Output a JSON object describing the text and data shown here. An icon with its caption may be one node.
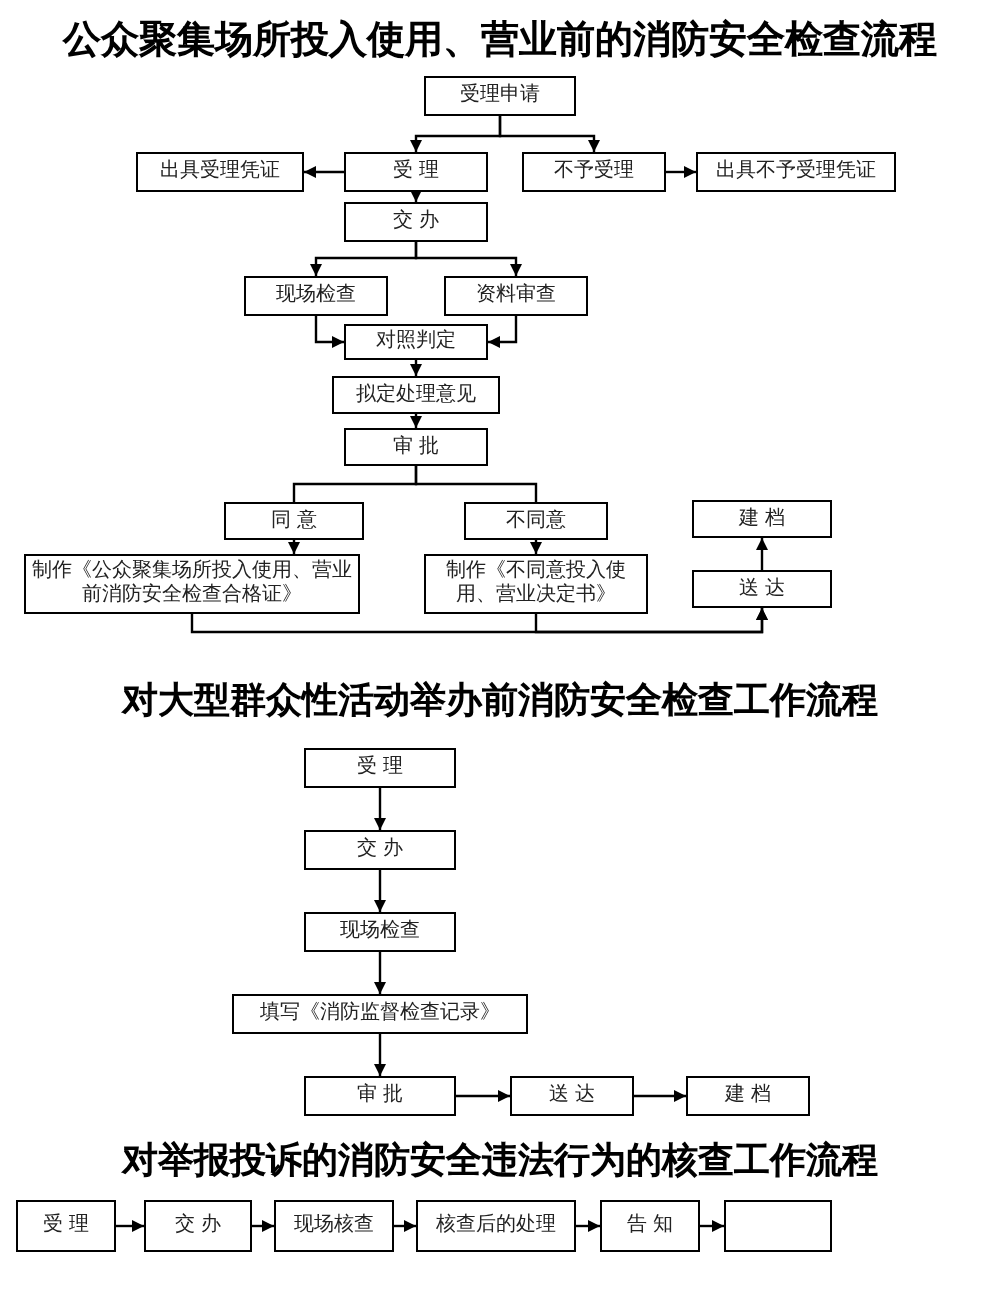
{
  "diagram": {
    "title": "公众聚集场所投入使用、营业前的消防安全检查流程",
    "nodes": [
      {
        "text": [
          "受理申请"
        ]
      },
      {
        "text": [
          "出具受理凭证"
        ]
      },
      {
        "text": [
          "受 理"
        ]
      },
      {
        "text": [
          "不予受理"
        ]
      },
      {
        "text": [
          "出具不予受理凭证"
        ]
      },
      {
        "text": [
          "交 办"
        ]
      },
      {
        "text": [
          "现场检查"
        ]
      },
      {
        "text": [
          "资料审查"
        ]
      },
      {
        "text": [
          "对照判定"
        ]
      },
      {
        "text": [
          "拟定处理意见"
        ]
      },
      {
        "text": [
          "审 批"
        ]
      },
      {
        "text": [
          "同 意"
        ]
      },
      {
        "text": [
          "不同意"
        ]
      },
      {
        "text": [
          "制作《公众聚集场所投入使用、营业前消防安全检查合格证》"
        ]
      },
      {
        "text": [
          "制作《不同意投入使用、营业决定书》"
        ]
      },
      {
        "text": [
          "建 档"
        ]
      },
      {
        "text": [
          "送 达"
        ]
      },
      {
        "text": [
          "受 理"
        ]
      },
      {
        "text": [
          "交 办"
        ]
      },
      {
        "text": [
          "现场检查"
        ]
      },
      {
        "text": [
          "填写《消防监督检查记录》"
        ]
      },
      {
        "text": [
          "审 批"
        ]
      },
      {
        "text": [
          "送 达"
        ]
      },
      {
        "text": [
          "建 档"
        ]
      },
      {
        "text": [
          "受 理"
        ]
      },
      {
        "text": [
          "交 办"
        ]
      },
      {
        "text": [
          "现场核查"
        ]
      },
      {
        "text": [
          "核查后的处理"
        ]
      },
      {
        "text": [
          "告 知"
        ]
      },
      {
        "text": [],
        "shape": "box"
      }
    ],
    "edges": [
      {
        "from": 0,
        "to": 2,
        "arrow": "to"
      },
      {
        "from": 0,
        "to": 3,
        "arrow": "to"
      },
      {
        "from": 2,
        "to": 1,
        "arrow": "to"
      },
      {
        "from": 3,
        "to": 4,
        "arrow": "to"
      },
      {
        "from": 2,
        "to": 5,
        "arrow": "to"
      },
      {
        "from": 5,
        "to": 6,
        "arrow": "to"
      },
      {
        "from": 5,
        "to": 7,
        "arrow": "to"
      },
      {
        "from": 6,
        "to": 8,
        "arrow": "to"
      },
      {
        "from": 7,
        "to": 8,
        "arrow": "to"
      },
      {
        "from": 8,
        "to": 9,
        "arrow": "to"
      },
      {
        "from": 9,
        "to": 10,
        "arrow": "to"
      },
      {
        "from": 10,
        "to": 11,
        "arrow": "none"
      },
      {
        "from": 10,
        "to": 12,
        "arrow": "none"
      },
      {
        "from": 11,
        "to": 13,
        "arrow": "to"
      },
      {
        "from": 12,
        "to": 14,
        "arrow": "to"
      },
      {
        "from": 13,
        "to": 16,
        "arrow": "to"
      },
      {
        "from": 14,
        "to": 16,
        "arrow": "to"
      },
      {
        "from": 16,
        "to": 15,
        "arrow": "to"
      },
      {
        "from": 17,
        "to": 18,
        "arrow": "to"
      },
      {
        "from": 18,
        "to": 19,
        "arrow": "to"
      },
      {
        "from": 19,
        "to": 20,
        "arrow": "to"
      },
      {
        "from": 20,
        "to": 21,
        "arrow": "to"
      },
      {
        "from": 21,
        "to": 22,
        "arrow": "to"
      },
      {
        "from": 22,
        "to": 23,
        "arrow": "to"
      },
      {
        "from": 24,
        "to": 25,
        "arrow": "to"
      },
      {
        "from": 25,
        "to": 26,
        "arrow": "to"
      },
      {
        "from": 26,
        "to": 27,
        "arrow": "to"
      },
      {
        "from": 27,
        "to": 28,
        "arrow": "to"
      },
      {
        "from": 28,
        "to": 29,
        "arrow": "to"
      }
    ],
    "labels": [
      "对大型群众性活动举办前消防安全检查工作流程",
      "对举报投诉的消防安全违法行为的核查工作流程"
    ]
  }
}
